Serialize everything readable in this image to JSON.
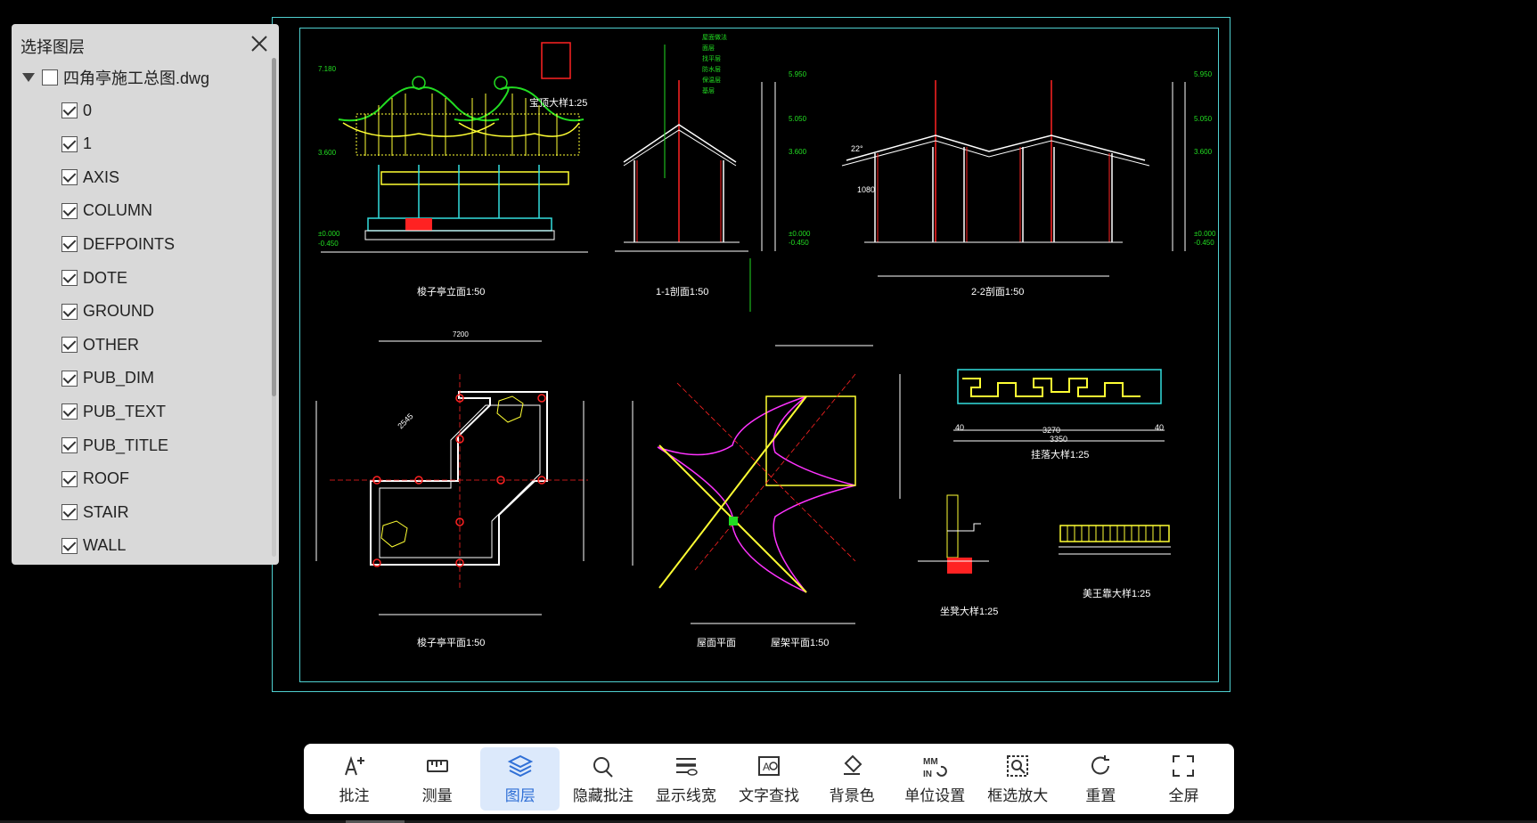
{
  "layer_panel": {
    "title": "选择图层",
    "root": {
      "label": "四角亭施工总图.dwg",
      "checked": false,
      "expanded": true
    },
    "layers": [
      {
        "label": "0",
        "checked": true
      },
      {
        "label": "1",
        "checked": true
      },
      {
        "label": "AXIS",
        "checked": true
      },
      {
        "label": "COLUMN",
        "checked": true
      },
      {
        "label": "DEFPOINTS",
        "checked": true
      },
      {
        "label": "DOTE",
        "checked": true
      },
      {
        "label": "GROUND",
        "checked": true
      },
      {
        "label": "OTHER",
        "checked": true
      },
      {
        "label": "PUB_DIM",
        "checked": true
      },
      {
        "label": "PUB_TEXT",
        "checked": true
      },
      {
        "label": "PUB_TITLE",
        "checked": true
      },
      {
        "label": "ROOF",
        "checked": true
      },
      {
        "label": "STAIR",
        "checked": true
      },
      {
        "label": "WALL",
        "checked": true
      }
    ]
  },
  "drawing": {
    "titles": {
      "elevation": "梭子亭立面1:50",
      "roof_detail": "宝顶大样1:25",
      "section_1": "1-1剖面1:50",
      "section_2": "2-2剖面1:50",
      "plan": "梭子亭平面1:50",
      "roof_plan": "屋面平面",
      "frame_plan": "屋架平面1:50",
      "hanging_detail": "挂落大样1:25",
      "seat_detail": "坐凳大样1:25",
      "railing_detail": "美王靠大样1:25"
    },
    "dimensions": {
      "elev_top": "7.180",
      "elev_mid": "3.600",
      "elev_zero": "±0.000",
      "elev_low": "-0.450",
      "sec_top": "5.950",
      "sec_mid": "5.050",
      "sec_eave": "3.600",
      "sec_zero": "±0.000",
      "sec_low": "-0.450",
      "plan_width": "7200",
      "plan_diag": "2545",
      "hanging_width": "3270",
      "hanging_total": "3350",
      "hanging_end": "40",
      "section_span": "1080",
      "angle": "22°"
    },
    "colors": {
      "frame": "#4fd0d0",
      "green": "#22dd22",
      "yellow": "#ffff33",
      "red": "#ff2222",
      "white": "#ffffff",
      "cyan": "#33dddd",
      "magenta": "#ff33ff"
    }
  },
  "toolbar": {
    "items": [
      {
        "icon": "annotate-icon",
        "label": "批注",
        "active": false
      },
      {
        "icon": "measure-icon",
        "label": "测量",
        "active": false
      },
      {
        "icon": "layers-icon",
        "label": "图层",
        "active": true
      },
      {
        "icon": "hide-annotation-icon",
        "label": "隐藏批注",
        "active": false
      },
      {
        "icon": "line-width-icon",
        "label": "显示线宽",
        "active": false
      },
      {
        "icon": "text-search-icon",
        "label": "文字查找",
        "active": false
      },
      {
        "icon": "paint-bucket-icon",
        "label": "背景色",
        "active": false
      },
      {
        "icon": "unit-settings-icon",
        "label": "单位设置",
        "active": false
      },
      {
        "icon": "box-zoom-icon",
        "label": "框选放大",
        "active": false
      },
      {
        "icon": "reset-icon",
        "label": "重置",
        "active": false
      },
      {
        "icon": "fullscreen-icon",
        "label": "全屏",
        "active": false
      }
    ]
  }
}
